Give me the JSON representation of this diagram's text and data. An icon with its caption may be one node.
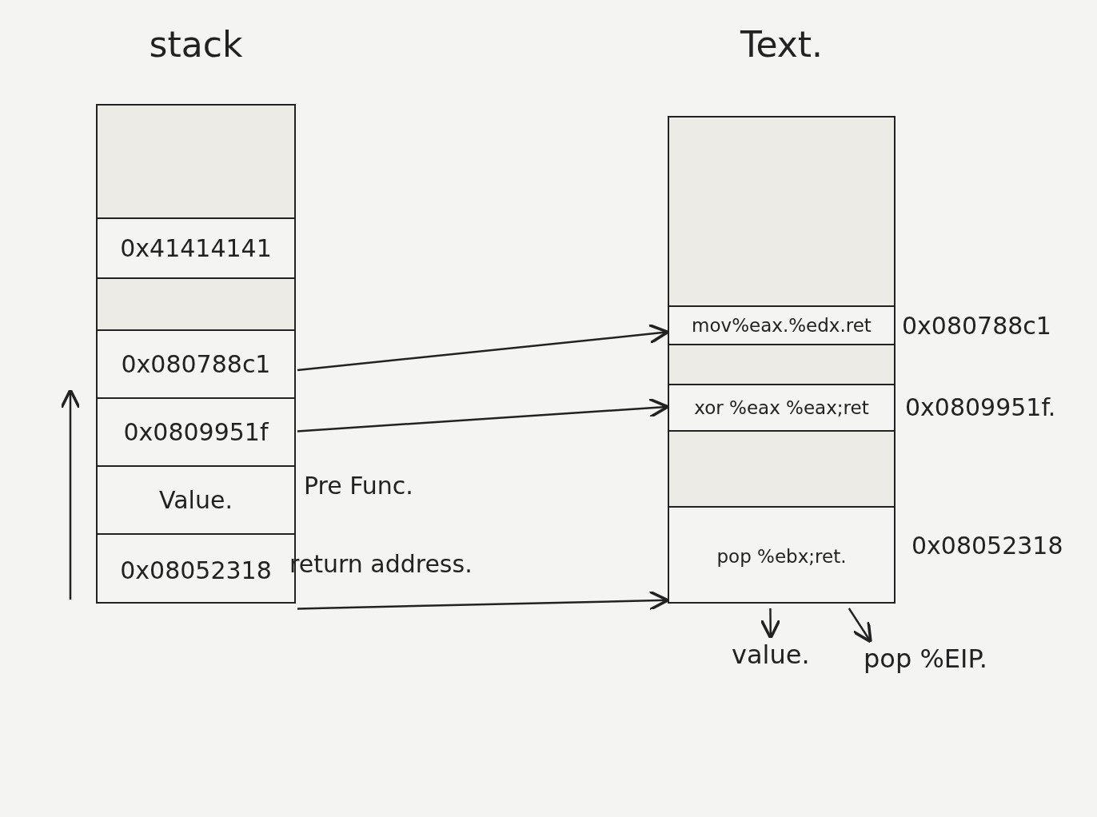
{
  "diagram": {
    "nodes": [
      {
        "text": [
          "stack"
        ]
      },
      {
        "text": [],
        "shape": "box",
        "in": 0
      },
      {
        "text": [
          "0x41414141"
        ],
        "in": 0
      },
      {
        "text": [],
        "shape": "box",
        "in": 0
      },
      {
        "text": [
          "0x080788c1"
        ],
        "in": 0
      },
      {
        "text": [
          "0x0809951f"
        ],
        "in": 0
      },
      {
        "text": [
          "Value."
        ],
        "in": 0,
        "beside": [
          "Pre Func."
        ]
      },
      {
        "text": [
          "0x08052318"
        ],
        "in": 0,
        "beside": [
          "return address."
        ]
      },
      {
        "text": [
          "Text."
        ]
      },
      {
        "text": [],
        "shape": "box",
        "in": 8
      },
      {
        "text": [
          "mov%eax.%edx.ret"
        ],
        "in": 8,
        "beside": [
          "0x080788c1"
        ]
      },
      {
        "text": [],
        "shape": "box",
        "in": 8
      },
      {
        "text": [
          "xor %eax %eax;ret"
        ],
        "in": 8,
        "beside": [
          "0x0809951f."
        ]
      },
      {
        "text": [],
        "shape": "box",
        "in": 8
      },
      {
        "text": [
          "pop %ebx;ret."
        ],
        "in": 8,
        "beside": [
          "0x08052318"
        ]
      },
      {
        "text": [
          "value."
        ]
      },
      {
        "text": [
          "pop %EIP."
        ]
      }
    ],
    "edges": [
      {
        "from": 4,
        "to": 10,
        "arrow": "to"
      },
      {
        "from": 5,
        "to": 12,
        "arrow": "to"
      },
      {
        "from": 7,
        "to": 14,
        "arrow": "to"
      },
      {
        "from": 14,
        "to": 15,
        "arrow": "to"
      },
      {
        "from": 14,
        "to": 16,
        "arrow": "to"
      }
    ]
  }
}
